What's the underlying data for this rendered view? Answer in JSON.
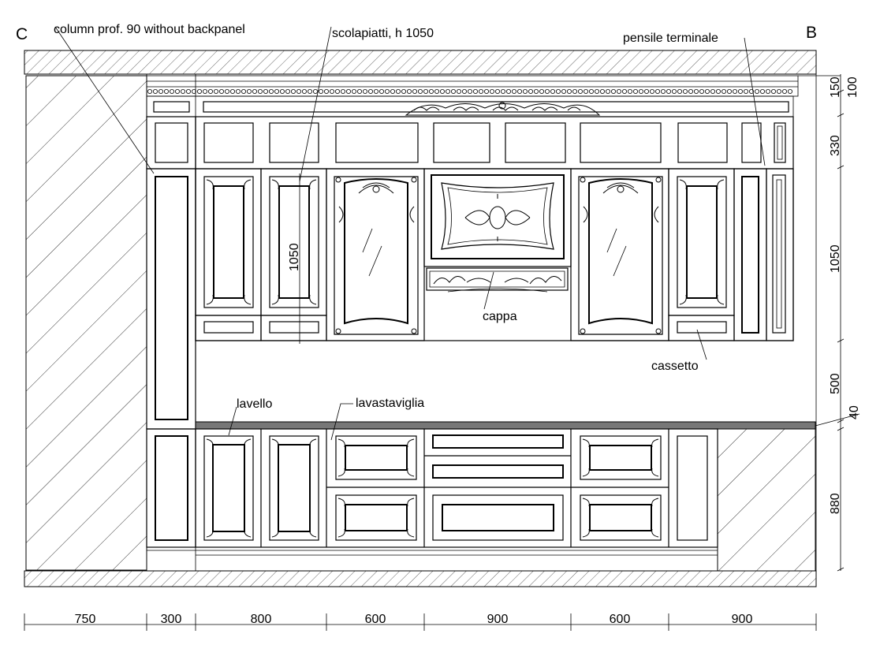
{
  "corners": {
    "left": "C",
    "right": "B"
  },
  "labels": {
    "column": "column prof. 90 without backpanel",
    "scolapiatti": "scolapiatti, h 1050",
    "pensile": "pensile terminale",
    "cappa": "cappa",
    "cassetto": "cassetto",
    "lavello": "lavello",
    "lavastaviglia": "lavastaviglia",
    "rack_height": "1050"
  },
  "widths": [
    "750",
    "300",
    "800",
    "600",
    "900",
    "600",
    "900"
  ],
  "heights": [
    "150",
    "100",
    "330",
    "1050",
    "500",
    "40",
    "880"
  ]
}
